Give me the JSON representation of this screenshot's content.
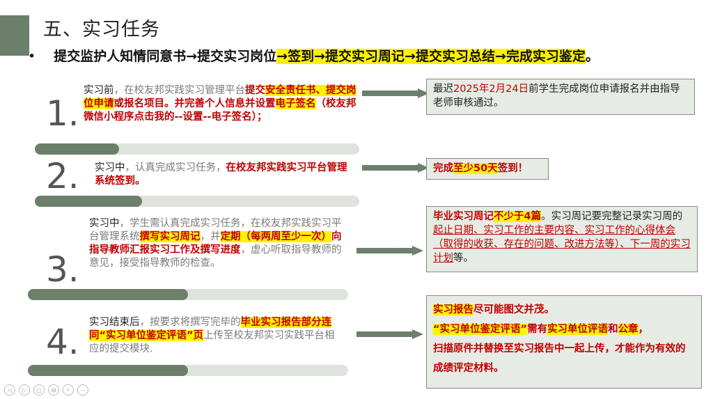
{
  "header": {
    "title": "五、实习任务",
    "bullet": "•",
    "flow": {
      "s1": "提交监护人知情同意书",
      "a1": "→",
      "s2": "提交实习岗位",
      "a2": "→",
      "s3": "签到",
      "a3": "→",
      "s4": "提交实习周记",
      "a4": "→",
      "s5": "提交实习总结",
      "a5": "→",
      "s6": "完成实习鉴定",
      "end": "。"
    }
  },
  "steps": [
    {
      "number": "1.",
      "progress": 0.26,
      "t1": "实习前",
      "t2": "，在校友邦实践实习管理平台",
      "t3": "提交",
      "t4": "安全责任书、",
      "t5": "提交",
      "t6": "岗位申请",
      "t7": "或报名项目。并完善个人信息并设置",
      "t8": "电子签名",
      "t9": "（校友邦微信小程序点击我的--设置--电子签名）；",
      "box": {
        "p1": "最迟",
        "p2": "2025年2月24日",
        "p3": "前学生完成岗位申请报名并由指导老师审核通过。"
      }
    },
    {
      "number": "2.",
      "progress": 0.33,
      "t1": "实习中",
      "t2": "，认真完成实习任务，",
      "t3": "在校友邦实践实习平台管理系统签到。",
      "box": {
        "p1": "完成",
        "p2": "至少50天",
        "p3": "签到！"
      }
    },
    {
      "number": "3.",
      "progress": 0.5,
      "t1": "实习中",
      "t2": "，学生需认真完成实习任务，在校友邦实践实习平台管理系统",
      "t3": "撰写实习周记",
      "t4": "，并",
      "t5": "定期（每两周至少一次）",
      "t6": "向指导教师汇报实习工作及撰写进度",
      "t7": "，虚心听取指导教师的意见，接受指导教师的检查。",
      "box": {
        "p1": "毕业实习周记",
        "p2": "不少于4篇",
        "p3": "。实习周记要完整记录实习周的",
        "p4": "起止日期、实习工作的主要内容、实习工作的心得体会（取得的收获、存在的问题、改进方法等）、下一周的实习计划",
        "p5": "等。"
      }
    },
    {
      "number": "4.",
      "progress": 0.5,
      "t1": "实习结束后",
      "t2": "，按要求将撰写完毕的",
      "t3": "毕业实习报告部分连同“实习单位鉴定评语”页",
      "t4": "上传至校友邦实习实践平台相应的提交模块.",
      "box": {
        "p1": "实习报告",
        "p2": "尽可能图文并茂。",
        "p3": "“实习单位鉴定评语”",
        "p4": "需有",
        "p5": "实习单位评语",
        "p6": "和",
        "p7": "公章",
        "p8": "，",
        "p9": "扫描原件并替换至实习报告中一起上传，才能作为有效的成绩评定材料。"
      }
    }
  ],
  "nav": {
    "b1": "◁",
    "b2": "▷",
    "b3": "▢",
    "b4": "⊟",
    "b5": "⌕",
    "b6": "⋯"
  },
  "colors": {
    "accent": "#6b7f6a",
    "track": "#dfe3dd",
    "highlight": "#fff200",
    "red": "#c00000",
    "box_bg": "#e7ebe5"
  }
}
